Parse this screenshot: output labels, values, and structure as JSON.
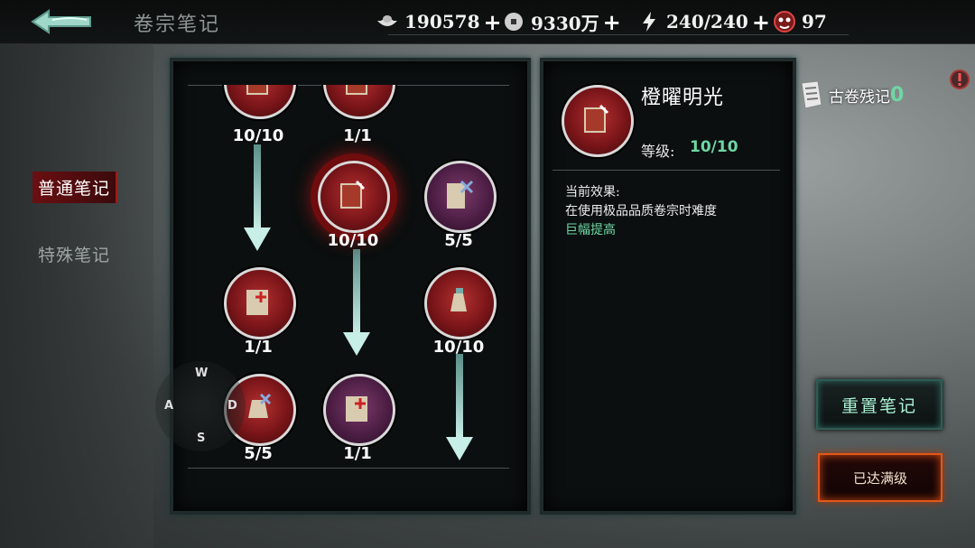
{
  "header": {
    "title": "卷宗笔记",
    "silver": "190578",
    "coins": "9330万",
    "energy": "240/240",
    "tokens": "97",
    "plus": "+"
  },
  "tabs": [
    {
      "label": "普通笔记",
      "active": true
    },
    {
      "label": "特殊笔记",
      "active": false
    }
  ],
  "tree": {
    "nodes": [
      {
        "label": "10/10",
        "type": "red"
      },
      {
        "label": "1/1",
        "type": "red"
      },
      {
        "label": "10/10",
        "type": "red",
        "selected": true
      },
      {
        "label": "5/5",
        "type": "purple"
      },
      {
        "label": "1/1",
        "type": "red"
      },
      {
        "label": "10/10",
        "type": "red"
      },
      {
        "label": "5/5",
        "type": "red"
      },
      {
        "label": "1/1",
        "type": "purple"
      }
    ]
  },
  "wasd": {
    "w": "W",
    "a": "A",
    "s": "S",
    "d": "D"
  },
  "detail": {
    "name": "橙曜明光",
    "level_label": "等级:",
    "level_value": "10/10",
    "effect_title": "当前效果:",
    "effect_text": "在使用极品品质卷宗时难度",
    "effect_highlight": "巨幅提高"
  },
  "side": {
    "scroll_label": "古卷残记",
    "scroll_count": "0"
  },
  "buttons": {
    "reset": "重置笔记",
    "max": "已达满级"
  },
  "colors": {
    "accent_green": "#6fd6a4",
    "tab_active": "#6a0f12",
    "max_border": "#e2571a"
  }
}
